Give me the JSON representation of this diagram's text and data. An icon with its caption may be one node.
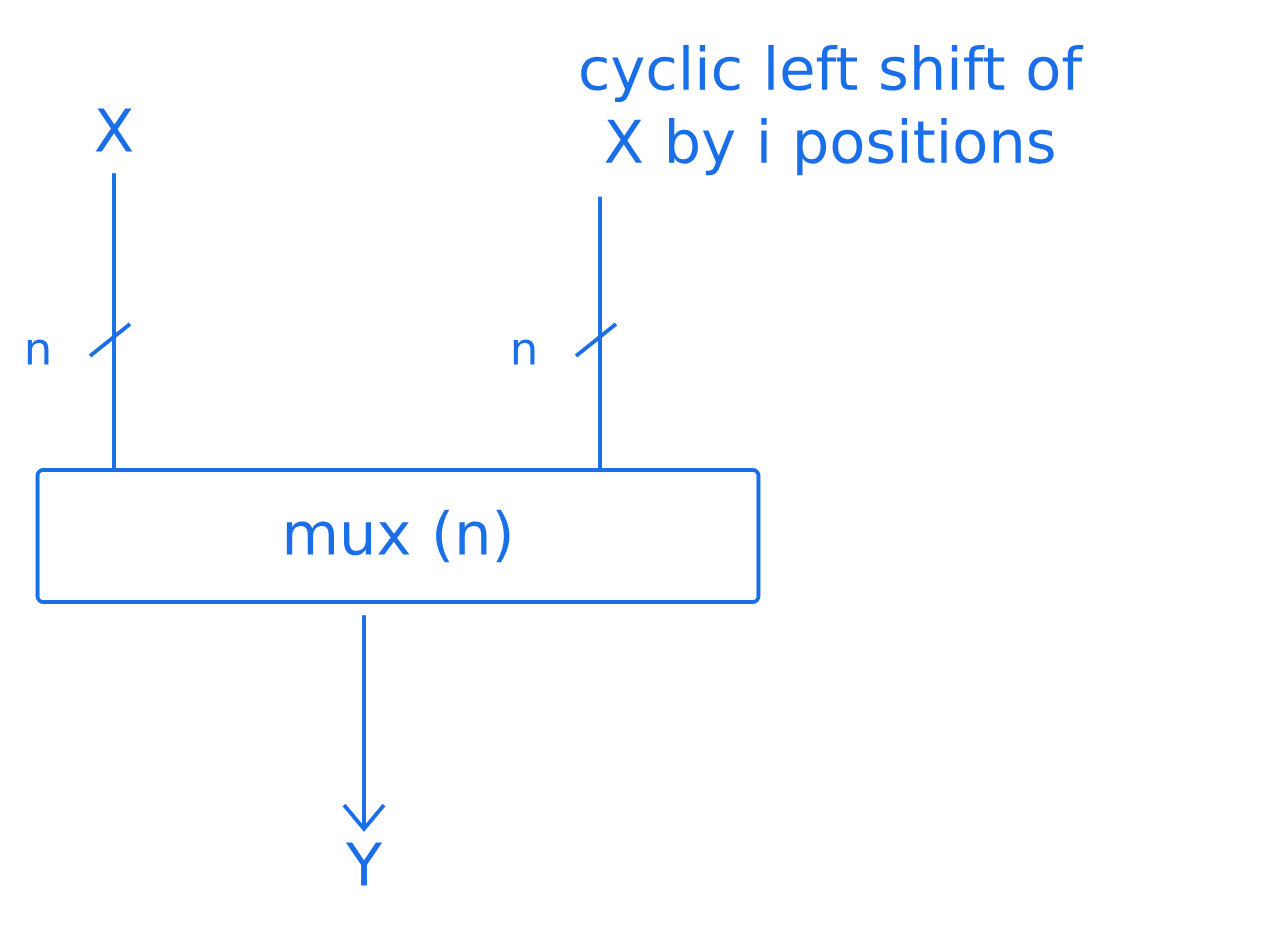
{
  "diagram": {
    "nodes": [
      {
        "text": [
          "X"
        ]
      },
      {
        "text": [
          "cyclic left shift of X by i positions"
        ]
      },
      {
        "text": [
          "mux (n)"
        ]
      },
      {
        "text": [
          "Y"
        ]
      }
    ],
    "edges": [
      {
        "from": 0,
        "to": 2,
        "arrow": "none",
        "label": "n"
      },
      {
        "from": 1,
        "to": 2,
        "arrow": "none",
        "label": "n"
      },
      {
        "from": 2,
        "to": 3,
        "arrow": "to"
      }
    ]
  }
}
